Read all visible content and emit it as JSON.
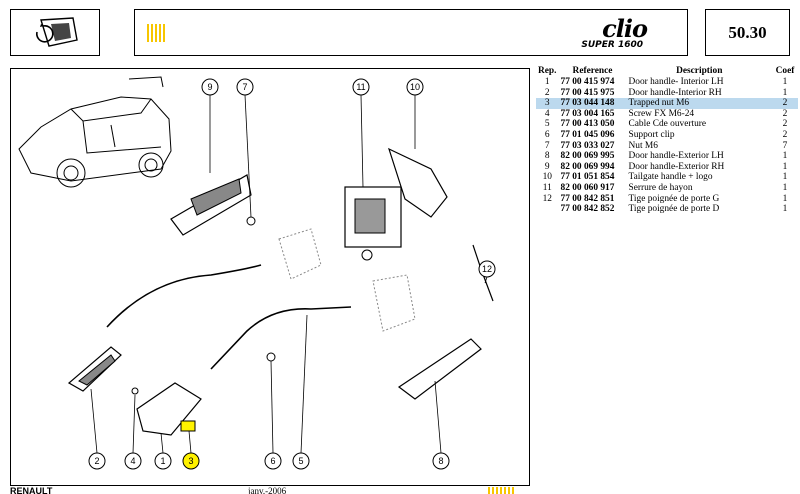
{
  "header": {
    "model_logo": "clio",
    "model_subtitle": "SUPER 1600",
    "section_code": "50.30",
    "icon": "door-handle-icon",
    "accent_color": "#f7c600"
  },
  "table": {
    "headers": [
      "Rep.",
      "Reference",
      "Description",
      "Coef"
    ],
    "selected_rep": "3",
    "highlight_color": "#bcd9ee",
    "rows": [
      {
        "rep": "1",
        "ref": "77 00 415 974",
        "desc": "Door handle- Interior LH",
        "qty": "1"
      },
      {
        "rep": "2",
        "ref": "77 00 415 975",
        "desc": "Door handle-Interior RH",
        "qty": "1"
      },
      {
        "rep": "3",
        "ref": "77 03 044 148",
        "desc": "Trapped nut M6",
        "qty": "2"
      },
      {
        "rep": "4",
        "ref": "77 03 004 165",
        "desc": "Screw FX M6-24",
        "qty": "2"
      },
      {
        "rep": "5",
        "ref": "77 00 413 050",
        "desc": "Cable Cde ouverture",
        "qty": "2"
      },
      {
        "rep": "6",
        "ref": "77 01 045 096",
        "desc": "Support clip",
        "qty": "2"
      },
      {
        "rep": "7",
        "ref": "77 03 033 027",
        "desc": "Nut M6",
        "qty": "7"
      },
      {
        "rep": "8",
        "ref": "82 00 069 995",
        "desc": "Door handle-Exterior LH",
        "qty": "1"
      },
      {
        "rep": "9",
        "ref": "82 00 069 994",
        "desc": "Door handle-Exterior RH",
        "qty": "1"
      },
      {
        "rep": "10",
        "ref": "77 01 051 854",
        "desc": "Tailgate handle + logo",
        "qty": "1"
      },
      {
        "rep": "11",
        "ref": "82 00 060 917",
        "desc": "Serrure de hayon",
        "qty": "1"
      },
      {
        "rep": "12",
        "ref": "77 00 842 851",
        "desc": "Tige poignée de porte G",
        "qty": "1"
      },
      {
        "rep": "",
        "ref": "77 00 842 852",
        "desc": "Tige poignée de porte D",
        "qty": "1"
      }
    ]
  },
  "diagram": {
    "callouts": [
      "1",
      "2",
      "3",
      "4",
      "5",
      "6",
      "7",
      "8",
      "9",
      "10",
      "11",
      "12"
    ],
    "selected_color": "#fff200"
  },
  "footer": {
    "brand": "RENAULT",
    "date": "janv.-2006"
  }
}
